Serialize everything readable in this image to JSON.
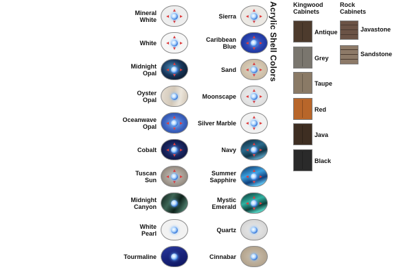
{
  "shell_title": "Acrylic Shell Colors",
  "shell_colors_left": [
    {
      "name": "Mineral\nWhite",
      "icon": "mineral-white-swatch-icon",
      "bg": "#eeeeee",
      "markers": true
    },
    {
      "name": "White",
      "icon": "white-swatch-icon",
      "bg": "#f6f6f6",
      "markers": true
    },
    {
      "name": "Midnight\nOpal",
      "icon": "midnight-opal-swatch-icon",
      "bg": "radial-gradient(ellipse at 40% 40%, #4a8ab8 0%, #18365a 45%, #050d1c 100%)",
      "markers": true
    },
    {
      "name": "Oyster\nOpal",
      "icon": "oyster-opal-swatch-icon",
      "bg": "linear-gradient(100deg, #e5ddd2 0%, #d3c8b8 45%, #ece6dc 70%, #cfc3b2 100%)",
      "markers": false
    },
    {
      "name": "Oceanwave\nOpal",
      "icon": "oceanwave-opal-swatch-icon",
      "bg": "radial-gradient(ellipse at 50% 50%, #7fa6e8 0%, #3c63c0 55%, #23408e 100%)",
      "markers": true
    },
    {
      "name": "Cobalt",
      "icon": "cobalt-swatch-icon",
      "bg": "radial-gradient(ellipse at 50% 50%, #2b3f8a 0%, #141e52 60%, #0a1030 100%)",
      "markers": true
    },
    {
      "name": "Tuscan\nSun",
      "icon": "tuscan-sun-swatch-icon",
      "bg": "radial-gradient(ellipse at 50% 50%, #c9c4be 0%, #9e958b 60%, #6e655c 100%)",
      "markers": true
    },
    {
      "name": "Midnight\nCanyon",
      "icon": "midnight-canyon-swatch-icon",
      "bg": "linear-gradient(120deg, #0d1d17 0%, #3e6656 35%, #0e221b 60%, #497767 85%, #0a1712 100%)",
      "markers": false
    },
    {
      "name": "White\nPearl",
      "icon": "white-pearl-swatch-icon",
      "bg": "#f2f2f2",
      "markers": false
    },
    {
      "name": "Tourmaline",
      "icon": "tourmaline-swatch-icon",
      "bg": "linear-gradient(160deg, #2a3a9e 0%, #18237a 50%, #0d145c 100%)",
      "markers": false
    }
  ],
  "shell_colors_right": [
    {
      "name": "Sierra",
      "icon": "sierra-swatch-icon",
      "bg": "#ece9e4",
      "markers": true
    },
    {
      "name": "Caribbean\nBlue",
      "icon": "caribbean-blue-swatch-icon",
      "bg": "radial-gradient(ellipse at 50% 50%, #4b67cc 0%, #233da8 60%, #142a7e 100%)",
      "markers": true
    },
    {
      "name": "Sand",
      "icon": "sand-swatch-icon",
      "bg": "radial-gradient(ellipse at 50% 50%, #e2d8c6 0%, #cbbca5 70%, #b5a68e 100%)",
      "markers": true
    },
    {
      "name": "Moonscape",
      "icon": "moonscape-swatch-icon",
      "bg": "radial-gradient(ellipse at 50% 50%, #f2f2f2 0%, #dedede 70%, #c6c6c6 100%)",
      "markers": true
    },
    {
      "name": "Silver Marble",
      "icon": "silver-marble-swatch-icon",
      "bg": "#f1f1f1",
      "markers": true
    },
    {
      "name": "Navy",
      "icon": "navy-swatch-icon",
      "bg": "linear-gradient(160deg, #0b2233 0%, #2a6a8c 40%, #103447 65%, #5aa0c2 85%, #0a1e2c 100%)",
      "markers": true
    },
    {
      "name": "Summer\nSapphire",
      "icon": "summer-sapphire-swatch-icon",
      "bg": "linear-gradient(160deg, #0c2e5e 0%, #3aa0e0 40%, #103e7a 65%, #62c4f2 85%, #0a2850 100%)",
      "markers": true
    },
    {
      "name": "Mystic\nEmerald",
      "icon": "mystic-emerald-swatch-icon",
      "bg": "linear-gradient(160deg, #06302c 0%, #31b2a2 40%, #0b3f3a 65%, #57d7c6 85%, #062a26 100%)",
      "markers": true
    },
    {
      "name": "Quartz",
      "icon": "quartz-swatch-icon",
      "bg": "radial-gradient(ellipse at 50% 50%, #ececec 0%, #d6d6d6 70%, #c2c2c2 100%)",
      "markers": false
    },
    {
      "name": "Cinnabar",
      "icon": "cinnabar-swatch-icon",
      "bg": "radial-gradient(ellipse at 50% 50%, #cfc2b0 0%, #b3a48e 70%, #9a8a74 100%)",
      "markers": false
    }
  ],
  "kingwood_title": "Kingwood\nCabinets",
  "kingwood_cabinets": [
    {
      "name": "Antique",
      "icon": "antique-cabinet-swatch-icon",
      "color": "#4d3b2d"
    },
    {
      "name": "Grey",
      "icon": "grey-cabinet-swatch-icon",
      "color": "#7a766e"
    },
    {
      "name": "Taupe",
      "icon": "taupe-cabinet-swatch-icon",
      "color": "#8a7a66"
    },
    {
      "name": "Red",
      "icon": "red-cabinet-swatch-icon",
      "color": "#b8662a"
    },
    {
      "name": "Java",
      "icon": "java-cabinet-swatch-icon",
      "color": "#3e2e22"
    },
    {
      "name": "Black",
      "icon": "black-cabinet-swatch-icon",
      "color": "#2a2a2a"
    }
  ],
  "rock_title": "Rock\nCabinets",
  "rock_cabinets": [
    {
      "name": "Javastone",
      "icon": "javastone-rock-swatch-icon",
      "color": "#6b5346"
    },
    {
      "name": "Sandstone",
      "icon": "sandstone-rock-swatch-icon",
      "color": "#8d7a68"
    }
  ]
}
